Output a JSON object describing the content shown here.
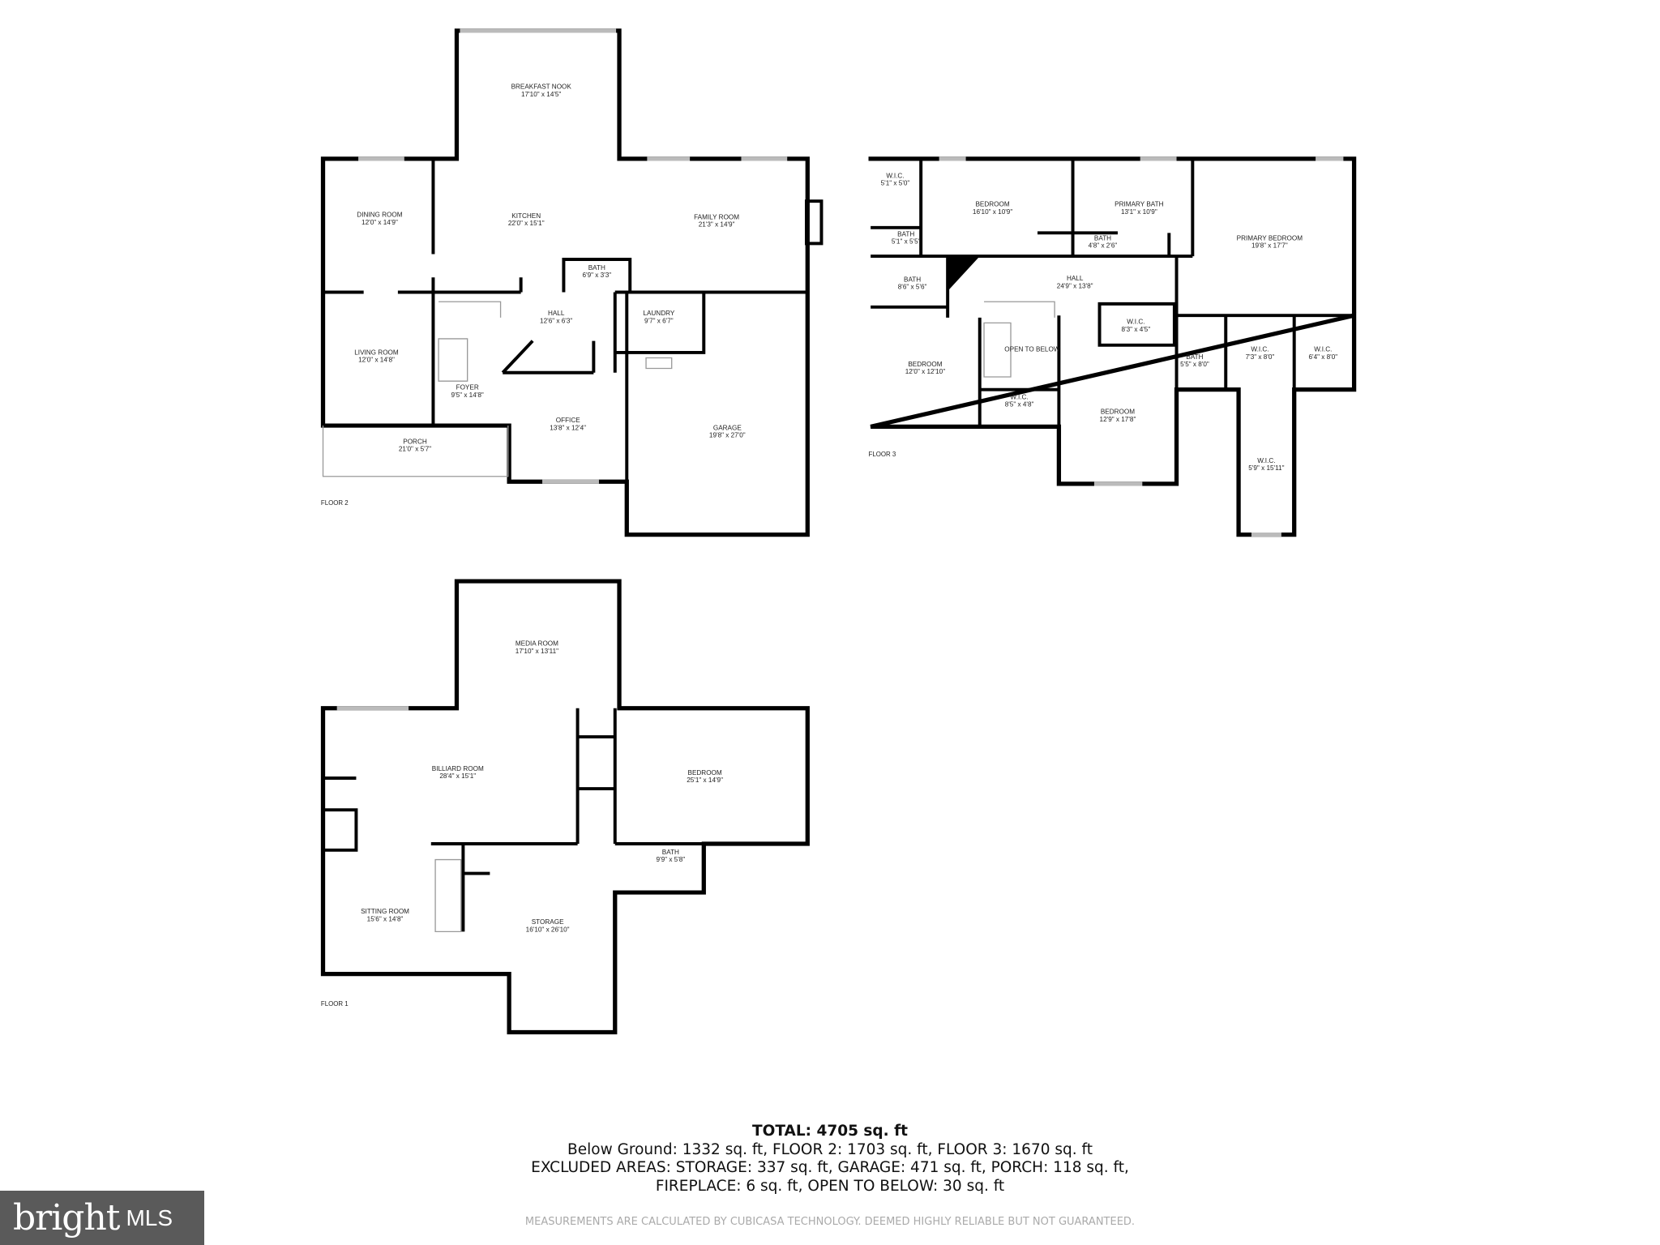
{
  "floors": {
    "floor2": {
      "label": "FLOOR 2",
      "rooms": [
        {
          "name": "BREAKFAST NOOK",
          "size": "17'10\" x 14'5\""
        },
        {
          "name": "DINING ROOM",
          "size": "12'0\" x 14'9\""
        },
        {
          "name": "KITCHEN",
          "size": "22'0\" x 15'1\""
        },
        {
          "name": "FAMILY ROOM",
          "size": "21'3\" x 14'9\""
        },
        {
          "name": "BATH",
          "size": "6'9\" x 3'3\""
        },
        {
          "name": "HALL",
          "size": "12'6\" x 6'3\""
        },
        {
          "name": "LAUNDRY",
          "size": "9'7\" x 6'7\""
        },
        {
          "name": "LIVING ROOM",
          "size": "12'0\" x 14'8\""
        },
        {
          "name": "FOYER",
          "size": "9'5\" x 14'8\""
        },
        {
          "name": "OFFICE",
          "size": "13'8\" x 12'4\""
        },
        {
          "name": "GARAGE",
          "size": "19'8\" x 27'0\""
        },
        {
          "name": "PORCH",
          "size": "21'0\" x 5'7\""
        }
      ]
    },
    "floor3": {
      "label": "FLOOR 3",
      "rooms": [
        {
          "name": "W.I.C.",
          "size": "5'1\" x 5'0\""
        },
        {
          "name": "BEDROOM",
          "size": "16'10\" x 10'9\""
        },
        {
          "name": "PRIMARY BATH",
          "size": "13'1\" x 10'9\""
        },
        {
          "name": "BATH",
          "size": "5'1\" x 5'5\""
        },
        {
          "name": "BATH",
          "size": "4'8\" x 2'6\""
        },
        {
          "name": "PRIMARY BEDROOM",
          "size": "19'8\" x 17'7\""
        },
        {
          "name": "BATH",
          "size": "8'6\" x 5'6\""
        },
        {
          "name": "HALL",
          "size": "24'9\" x 13'8\""
        },
        {
          "name": "W.I.C.",
          "size": "8'3\" x 4'5\""
        },
        {
          "name": "OPEN TO BELOW",
          "size": ""
        },
        {
          "name": "BATH",
          "size": "5'5\" x 8'0\""
        },
        {
          "name": "W.I.C.",
          "size": "7'3\" x 8'0\""
        },
        {
          "name": "W.I.C.",
          "size": "6'4\" x 8'0\""
        },
        {
          "name": "BEDROOM",
          "size": "12'0\" x 12'10\""
        },
        {
          "name": "W.I.C.",
          "size": "8'5\" x 4'8\""
        },
        {
          "name": "BEDROOM",
          "size": "12'9\" x 17'8\""
        },
        {
          "name": "W.I.C.",
          "size": "5'9\" x 15'11\""
        }
      ]
    },
    "floor1": {
      "label": "FLOOR 1",
      "rooms": [
        {
          "name": "MEDIA ROOM",
          "size": "17'10\" x 13'11\""
        },
        {
          "name": "BILLIARD ROOM",
          "size": "28'4\" x 15'1\""
        },
        {
          "name": "BEDROOM",
          "size": "25'1\" x 14'9\""
        },
        {
          "name": "BATH",
          "size": "9'9\" x 5'8\""
        },
        {
          "name": "SITTING ROOM",
          "size": "15'6\" x 14'8\""
        },
        {
          "name": "STORAGE",
          "size": "16'10\" x 26'10\""
        }
      ]
    }
  },
  "summary": {
    "total": "TOTAL: 4705 sq. ft",
    "line1": "Below Ground: 1332 sq. ft, FLOOR 2: 1703 sq. ft, FLOOR 3: 1670 sq. ft",
    "line2": "EXCLUDED AREAS: STORAGE: 337 sq. ft, GARAGE: 471 sq. ft, PORCH: 118 sq. ft,",
    "line3": "FIREPLACE: 6 sq. ft, OPEN TO BELOW: 30 sq. ft"
  },
  "disclaimer": "MEASUREMENTS ARE CALCULATED BY CUBICASA TECHNOLOGY. DEEMED HIGHLY RELIABLE BUT NOT GUARANTEED.",
  "logo": {
    "text": "bright MLS"
  },
  "colors": {
    "wall": "#000000",
    "logo_bg": "#5a5a5a"
  }
}
